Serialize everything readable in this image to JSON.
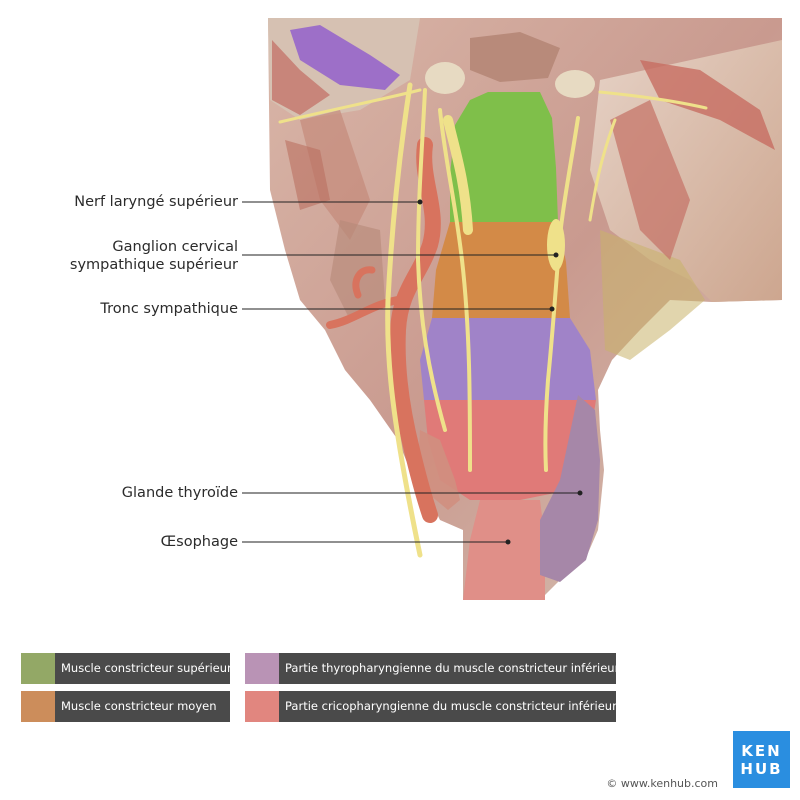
{
  "labels": {
    "superior_laryngeal_nerve": "Nerf laryngé supérieur",
    "superior_cervical_ganglion_line1": "Ganglion cervical",
    "superior_cervical_ganglion_line2": "sympathique supérieur",
    "sympathetic_trunk": "Tronc sympathique",
    "thyroid_gland": "Glande thyroïde",
    "esophagus": "Œsophage"
  },
  "legend": [
    {
      "text": "Muscle constricteur supérieur",
      "color": "#93a866"
    },
    {
      "text": "Partie thyropharyngienne du muscle constricteur inférieur",
      "color": "#b993b5"
    },
    {
      "text": "Muscle constricteur moyen",
      "color": "#cc8d5b"
    },
    {
      "text": "Partie cricopharyngienne du muscle constricteur inférieur",
      "color": "#e1867f"
    }
  ],
  "logo": {
    "line1": "KEN",
    "line2": "HUB"
  },
  "copyright": "© www.kenhub.com",
  "colors": {
    "superior_constrictor": "#7fbf4a",
    "middle_constrictor": "#d38a47",
    "thyropharyngeal": "#a083c8",
    "cricopharyngeal": "#e07a78",
    "nerve": "#efe18a",
    "artery": "#d8735e",
    "logo_blue": "#2a8ee0"
  }
}
